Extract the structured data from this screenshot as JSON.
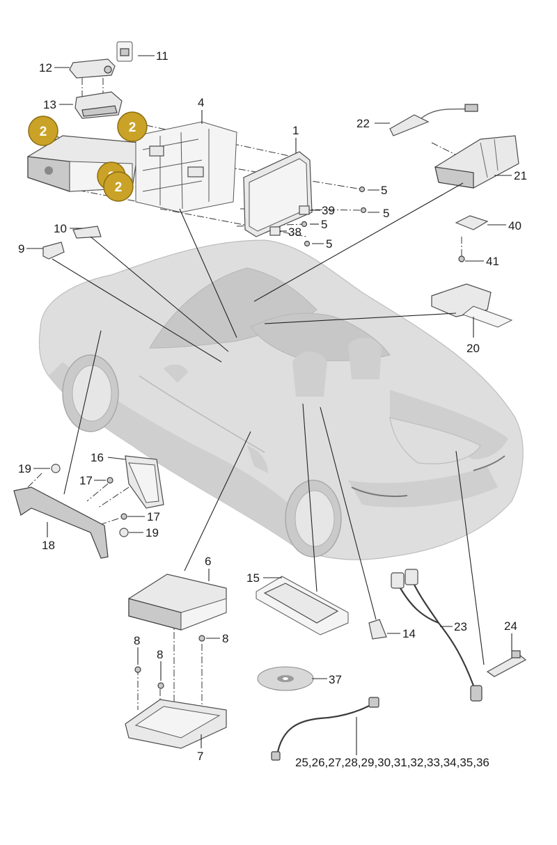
{
  "labels": {
    "l1": "1",
    "l4": "4",
    "l5a": "5",
    "l5b": "5",
    "l5c": "5",
    "l5d": "5",
    "l6": "6",
    "l7": "7",
    "l8a": "8",
    "l8b": "8",
    "l8c": "8",
    "l9": "9",
    "l10": "10",
    "l11": "11",
    "l12": "12",
    "l13": "13",
    "l14": "14",
    "l15": "15",
    "l16": "16",
    "l17a": "17",
    "l17b": "17",
    "l18": "18",
    "l19a": "19",
    "l19b": "19",
    "l20": "20",
    "l21": "21",
    "l22": "22",
    "l23": "23",
    "l24": "24",
    "l37": "37",
    "l38": "38",
    "l39": "39",
    "l40": "40",
    "l41": "41",
    "l25_36": "25,26,27,28,29,30,31,32,33,34,35,36"
  },
  "badges": {
    "b1": "2",
    "b2": "2",
    "b3": "2",
    "b4": "2"
  },
  "colors": {
    "badge": "#c9a227",
    "line": "#222222",
    "car": "#dedede"
  }
}
